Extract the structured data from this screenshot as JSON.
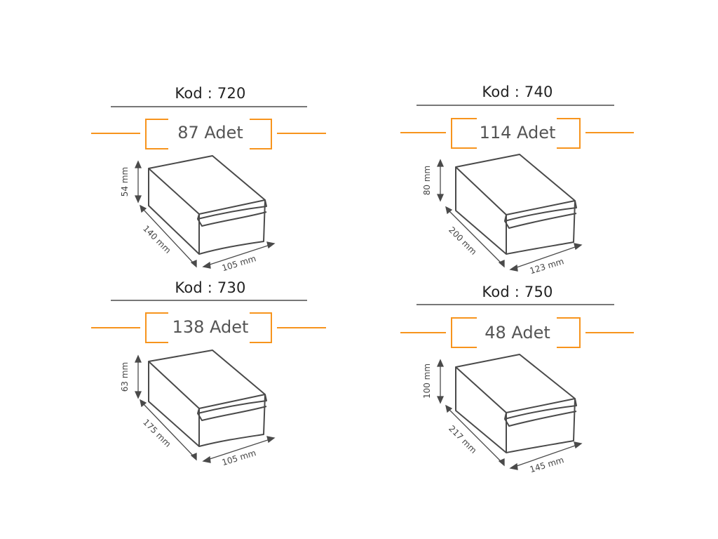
{
  "palette": {
    "accent": "#f7941d",
    "line": "#4a4a4a",
    "rule": "#777777"
  },
  "boxes": [
    {
      "code": "Kod : 720",
      "count": "87 Adet",
      "height": "54 mm",
      "depth": "140 mm",
      "width": "105 mm"
    },
    {
      "code": "Kod : 740",
      "count": "114 Adet",
      "height": "80 mm",
      "depth": "200 mm",
      "width": "123 mm"
    },
    {
      "code": "Kod : 730",
      "count": "138 Adet",
      "height": "63 mm",
      "depth": "175 mm",
      "width": "105 mm"
    },
    {
      "code": "Kod : 750",
      "count": "48 Adet",
      "height": "100 mm",
      "depth": "217 mm",
      "width": "145 mm"
    }
  ]
}
